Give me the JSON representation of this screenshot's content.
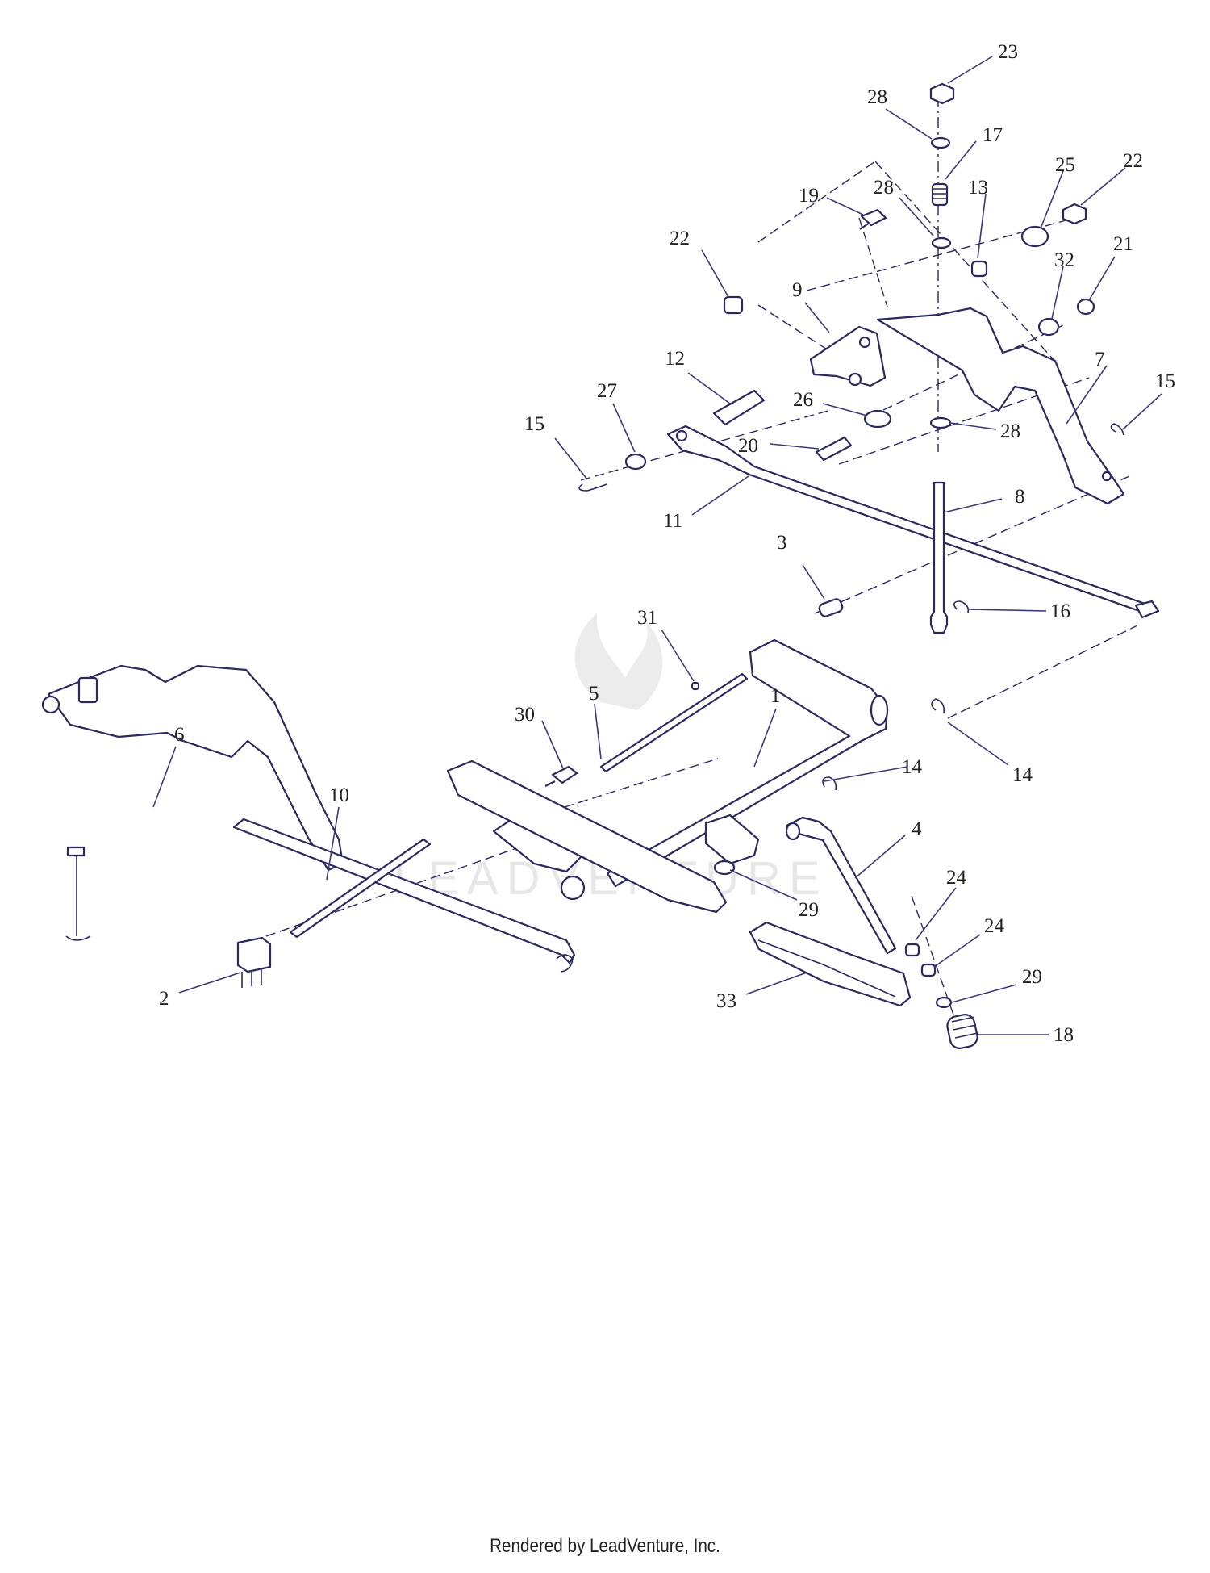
{
  "callouts": [
    {
      "label": "23"
    },
    {
      "label": "28"
    },
    {
      "label": "17"
    },
    {
      "label": "28"
    },
    {
      "label": "19"
    },
    {
      "label": "25"
    },
    {
      "label": "22"
    },
    {
      "label": "13"
    },
    {
      "label": "22"
    },
    {
      "label": "21"
    },
    {
      "label": "32"
    },
    {
      "label": "9"
    },
    {
      "label": "12"
    },
    {
      "label": "27"
    },
    {
      "label": "26"
    },
    {
      "label": "7"
    },
    {
      "label": "15"
    },
    {
      "label": "15"
    },
    {
      "label": "20"
    },
    {
      "label": "28"
    },
    {
      "label": "11"
    },
    {
      "label": "8"
    },
    {
      "label": "3"
    },
    {
      "label": "16"
    },
    {
      "label": "31"
    },
    {
      "label": "5"
    },
    {
      "label": "1"
    },
    {
      "label": "30"
    },
    {
      "label": "6"
    },
    {
      "label": "14"
    },
    {
      "label": "14"
    },
    {
      "label": "10"
    },
    {
      "label": "4"
    },
    {
      "label": "24"
    },
    {
      "label": "29"
    },
    {
      "label": "24"
    },
    {
      "label": "29"
    },
    {
      "label": "2"
    },
    {
      "label": "33"
    },
    {
      "label": "18"
    }
  ],
  "watermark": {
    "text": "LEADVENTURE"
  },
  "footer": {
    "text": "Rendered by LeadVenture, Inc."
  },
  "colors": {
    "line": "#2a2a5e",
    "text": "#222222",
    "watermark": "#e7e7e7"
  }
}
